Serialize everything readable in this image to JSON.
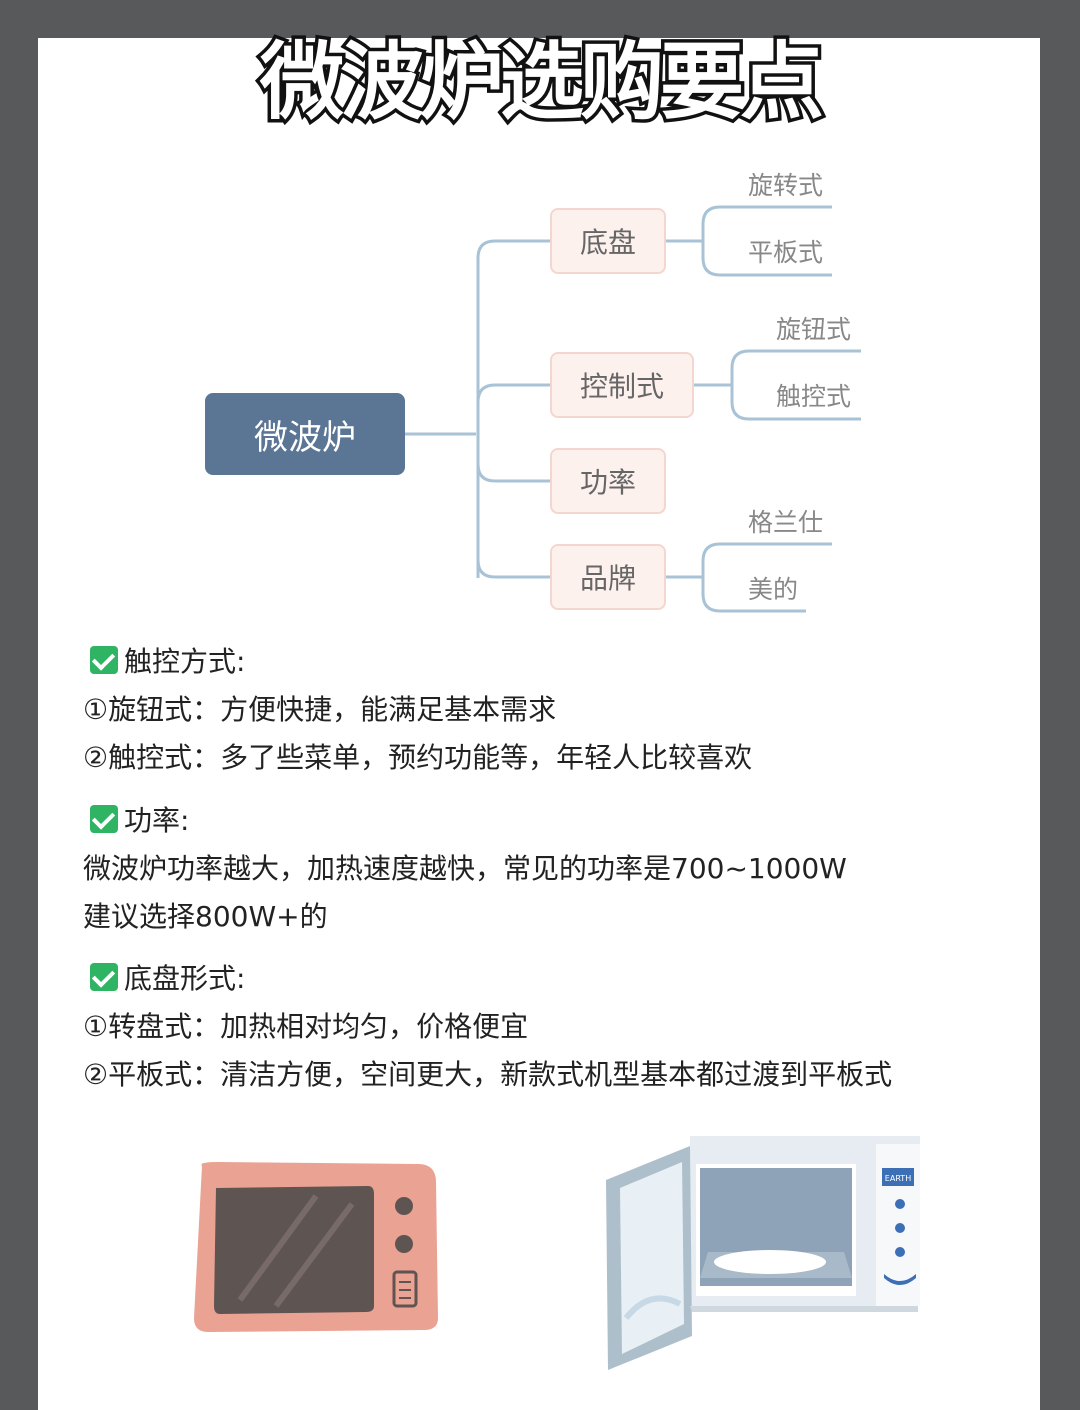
{
  "title": "微波炉选购要点",
  "mindmap": {
    "root": "微波炉",
    "branches": [
      {
        "label": "底盘",
        "children": [
          "旋转式",
          "平板式"
        ]
      },
      {
        "label": "控制式",
        "children": [
          "旋钮式",
          "触控式"
        ]
      },
      {
        "label": "功率",
        "children": []
      },
      {
        "label": "品牌",
        "children": [
          "格兰仕",
          "美的"
        ]
      }
    ]
  },
  "sections": [
    {
      "heading": "触控方式:",
      "lines": [
        "①旋钮式：方便快捷，能满足基本需求",
        "②触控式：多了些菜单，预约功能等，年轻人比较喜欢"
      ]
    },
    {
      "heading": "功率:",
      "lines": [
        "微波炉功率越大，加热速度越快，常见的功率是700~1000W",
        "建议选择800W+的"
      ]
    },
    {
      "heading": "底盘形式:",
      "lines": [
        "①转盘式：加热相对均匀，价格便宜",
        "②平板式：清洁方便，空间更大，新款式机型基本都过渡到平板式"
      ]
    }
  ],
  "images": {
    "left": "pink-microwave-icon",
    "right": "open-microwave-icon",
    "panel_label": "EARTH"
  }
}
